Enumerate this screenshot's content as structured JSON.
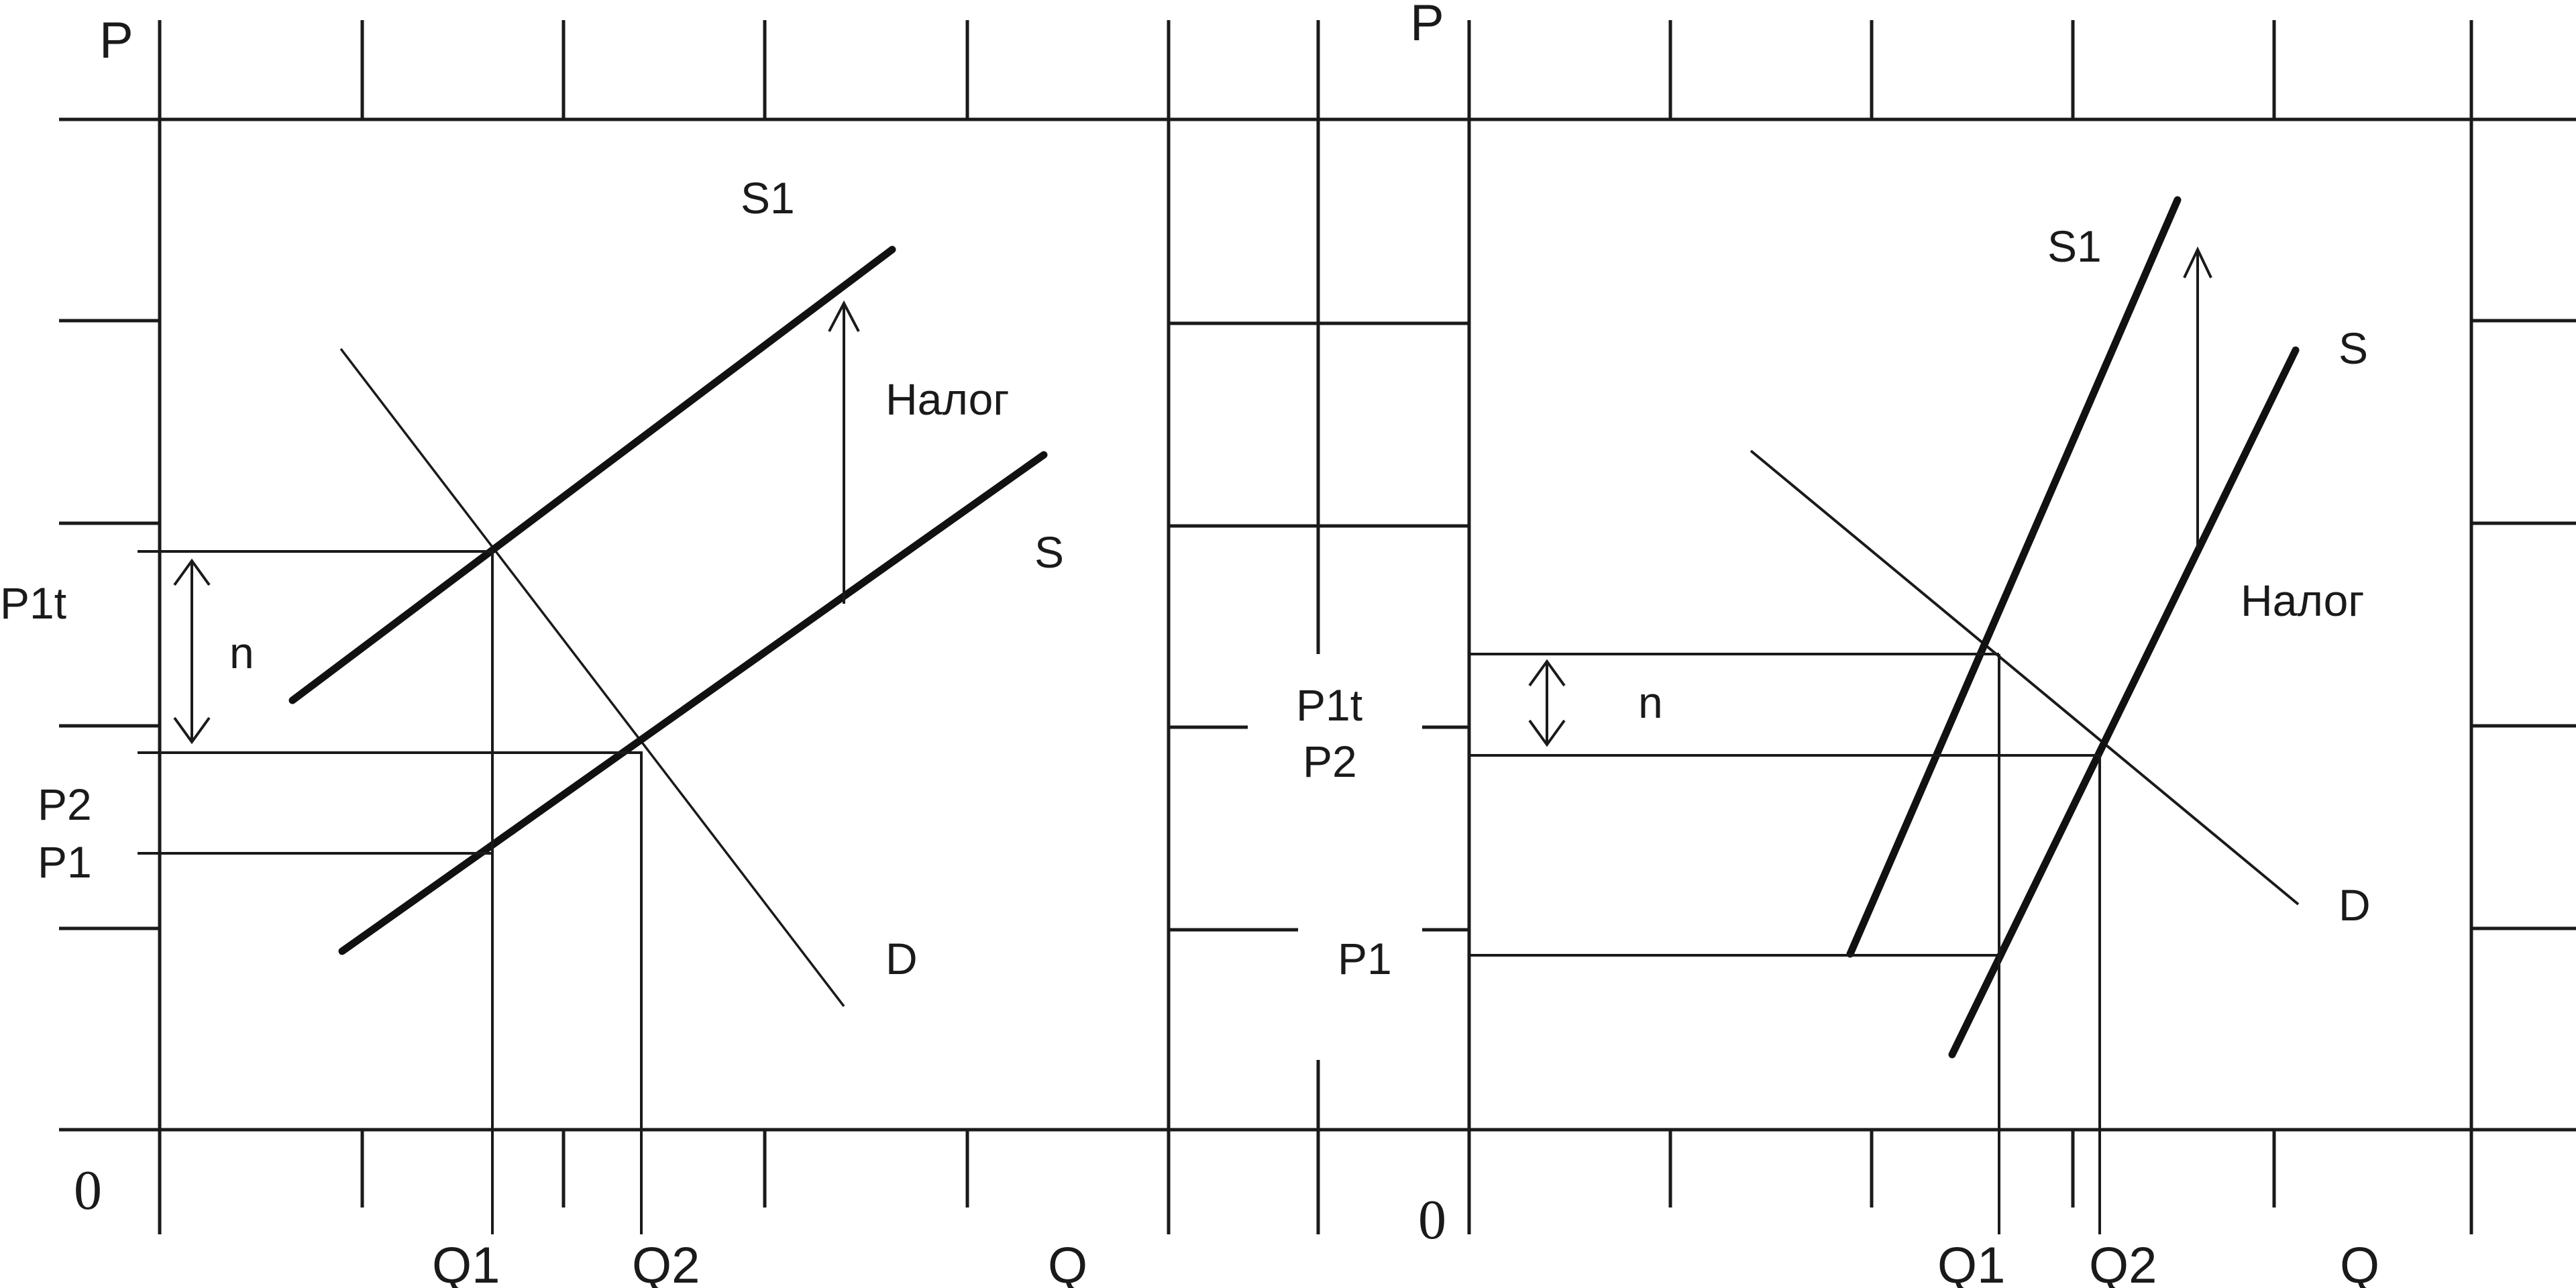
{
  "left_panel": {
    "axis_price_label": "P",
    "axis_quantity_label": "Q",
    "origin_label": "0",
    "supply_label": "S",
    "supply_tax_label": "S1",
    "demand_label": "D",
    "tax_label": "Налог",
    "tax_band_label": "n",
    "price_labels": {
      "p1t": "P1t",
      "p2": "P2",
      "p1": "P1"
    },
    "quantity_labels": {
      "q1": "Q1",
      "q2": "Q2"
    }
  },
  "right_panel": {
    "axis_price_label": "P",
    "axis_quantity_label": "Q",
    "origin_label": "0",
    "supply_label": "S",
    "supply_tax_label": "S1",
    "demand_label": "D",
    "tax_label": "Налог",
    "tax_band_label": "n",
    "price_labels": {
      "p1t": "P1t",
      "p2": "P2",
      "p1": "P1"
    },
    "quantity_labels": {
      "q1": "Q1",
      "q2": "Q2"
    }
  }
}
